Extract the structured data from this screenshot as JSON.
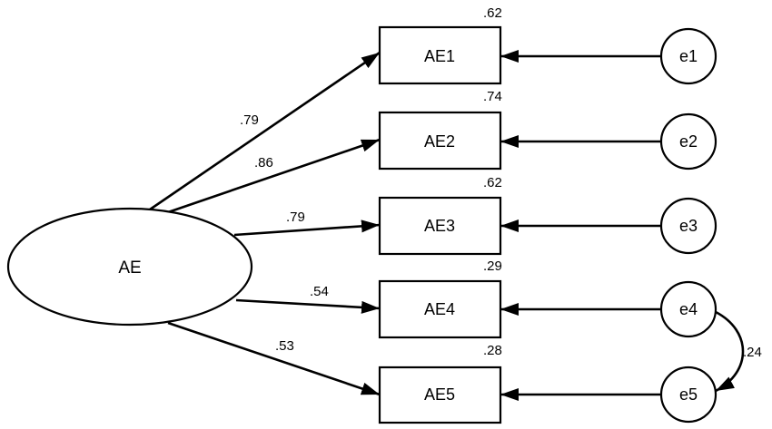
{
  "latent": {
    "label": "AE"
  },
  "indicators": [
    {
      "label": "AE1",
      "r2": ".62",
      "loading": ".79",
      "error": "e1"
    },
    {
      "label": "AE2",
      "r2": ".74",
      "loading": ".86",
      "error": "e2"
    },
    {
      "label": "AE3",
      "r2": ".62",
      "loading": ".79",
      "error": "e3"
    },
    {
      "label": "AE4",
      "r2": ".29",
      "loading": ".54",
      "error": "e4"
    },
    {
      "label": "AE5",
      "r2": ".28",
      "loading": ".53",
      "error": "e5"
    }
  ],
  "error_covariance": {
    "from": "e4",
    "to": "e5",
    "value": ".24"
  }
}
